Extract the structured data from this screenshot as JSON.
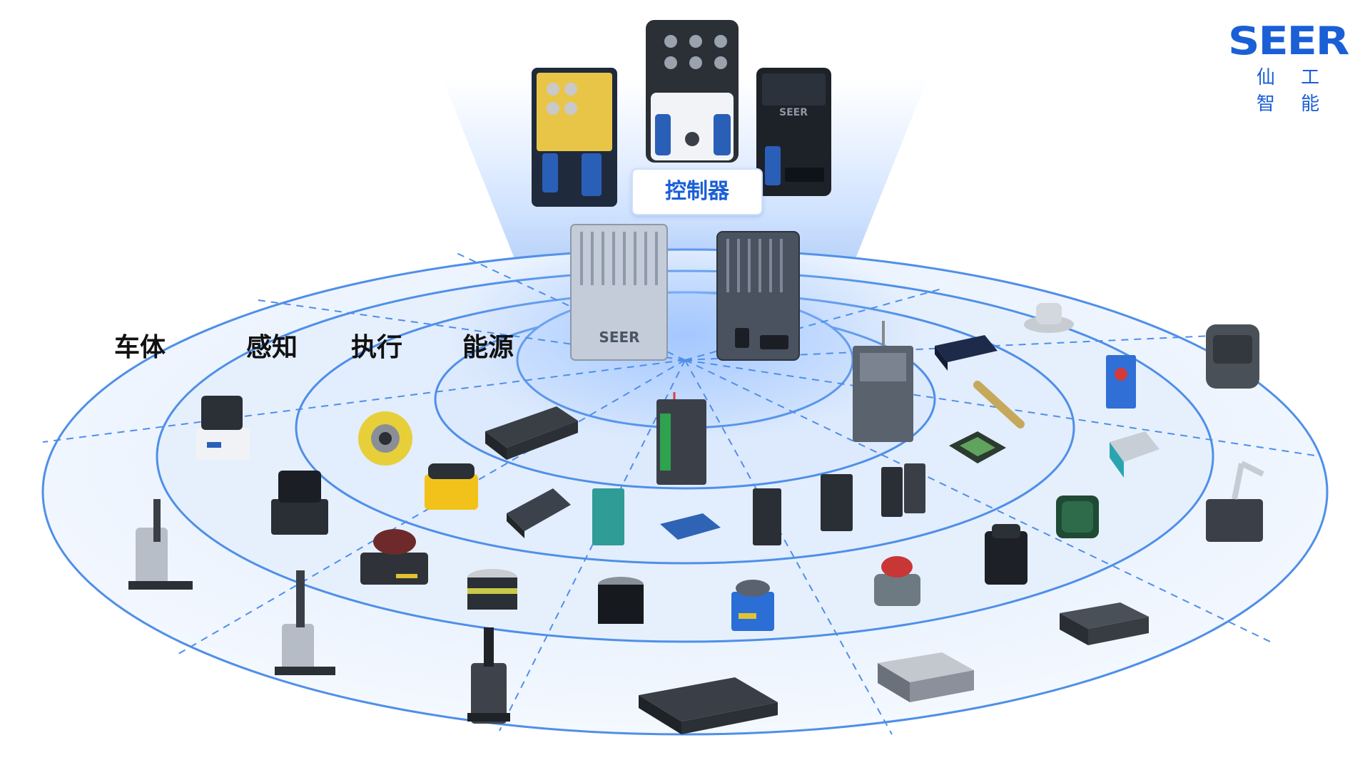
{
  "logo": {
    "mark": "SEER",
    "name": "仙 工 智 能"
  },
  "controller_label": "控制器",
  "ring_labels": [
    "车体",
    "感知",
    "执行",
    "能源"
  ],
  "colors": {
    "accent": "#1a5fd6",
    "ring_stroke": "#4f8fe8",
    "ring_fill": "#e9f2fd",
    "glow": "#7fb2ff"
  },
  "products": {
    "controllers": [
      "yellow-controller",
      "white-controller",
      "black-controller"
    ],
    "energy_ring": [
      "silver-controller",
      "grey-controller",
      "battery-box",
      "charging-pile"
    ],
    "execution_ring": [
      "encoder",
      "safety-scanner-yellow",
      "motor-driver-black",
      "driver-green",
      "driver-blue",
      "servo-driver-1",
      "servo-driver-2",
      "servo-driver-3",
      "power-cabinet",
      "network-box",
      "inductive-sensor",
      "green-board",
      "puck-sensor"
    ],
    "perception_ring": [
      "lidar-white",
      "lidar-black",
      "laser-scanner-red",
      "lidar-cylinder-1",
      "lidar-cylinder-2",
      "laser-scanner-blue",
      "red-scanner",
      "black-lidar",
      "photo-sensor-blue",
      "3d-camera",
      "green-sensor"
    ],
    "vehicle_ring": [
      "forklift-agv-1",
      "forklift-agv-2",
      "forklift-agv-3",
      "jacking-robot-1",
      "jacking-robot-2",
      "jacking-robot-3",
      "mobile-manipulator",
      "cleaning-robot"
    ]
  }
}
